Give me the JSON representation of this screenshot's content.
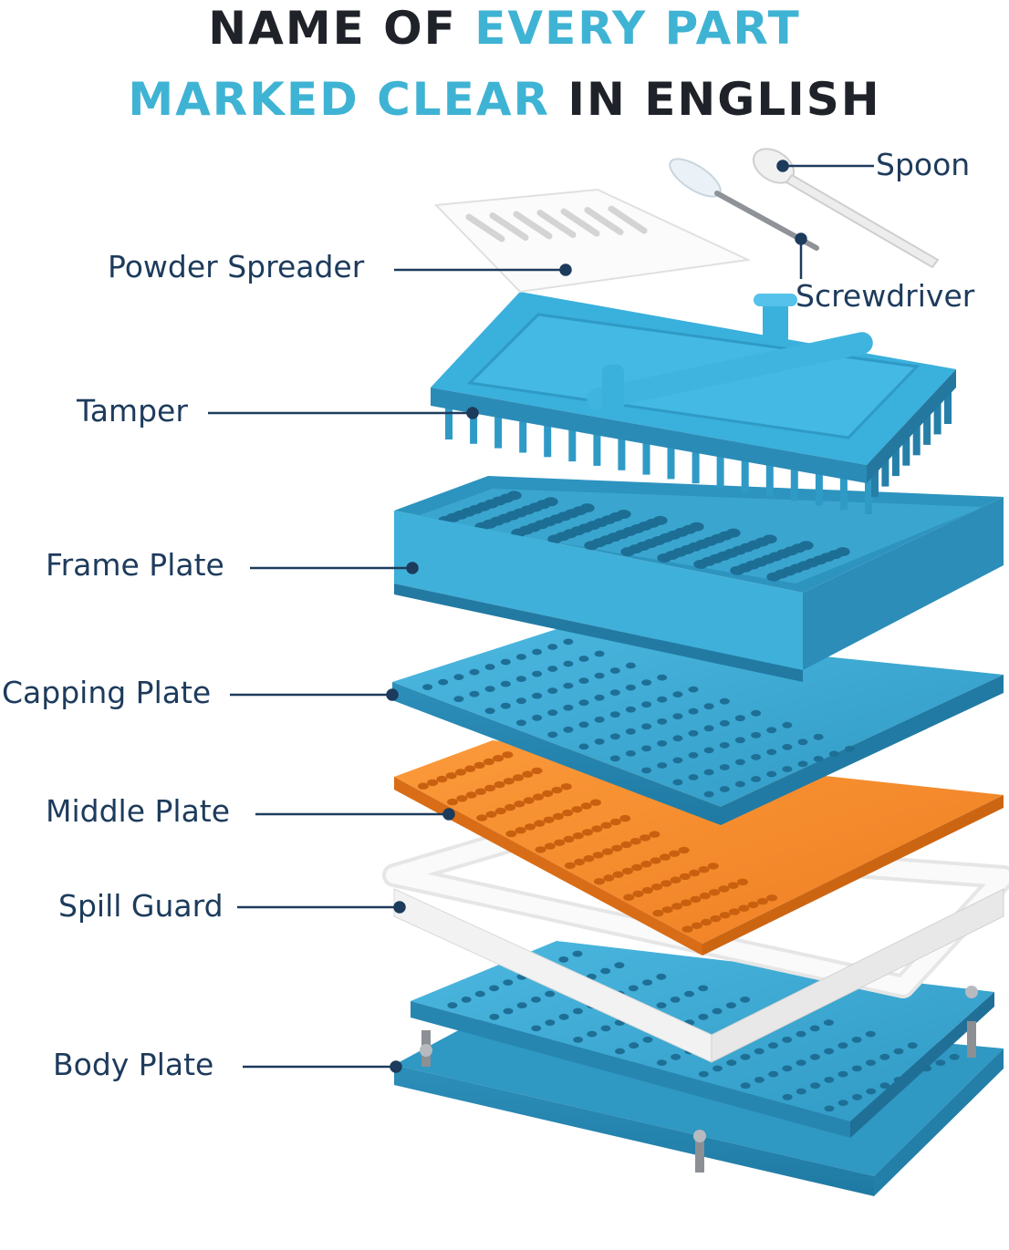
{
  "title": {
    "line1": {
      "dark": "NAME OF ",
      "blue": "EVERY PART"
    },
    "line2": {
      "blue": "MARKED CLEAR",
      "dark": " IN ENGLISH"
    }
  },
  "labels": {
    "spoon": "Spoon",
    "powder_spreader": "Powder Spreader",
    "screwdriver": "Screwdriver",
    "tamper": "Tamper",
    "frame_plate": "Frame Plate",
    "capping_plate": "Capping Plate",
    "middle_plate": "Middle Plate",
    "spill_guard": "Spill Guard",
    "body_plate": "Body Plate"
  },
  "colors": {
    "title_dark": "#1f2329",
    "title_blue": "#3fb3d3",
    "label_text": "#1d3b5c",
    "plate_blue": "#3aa6cf",
    "plate_orange": "#f58a2b",
    "guard_white": "#f4f4f4"
  }
}
